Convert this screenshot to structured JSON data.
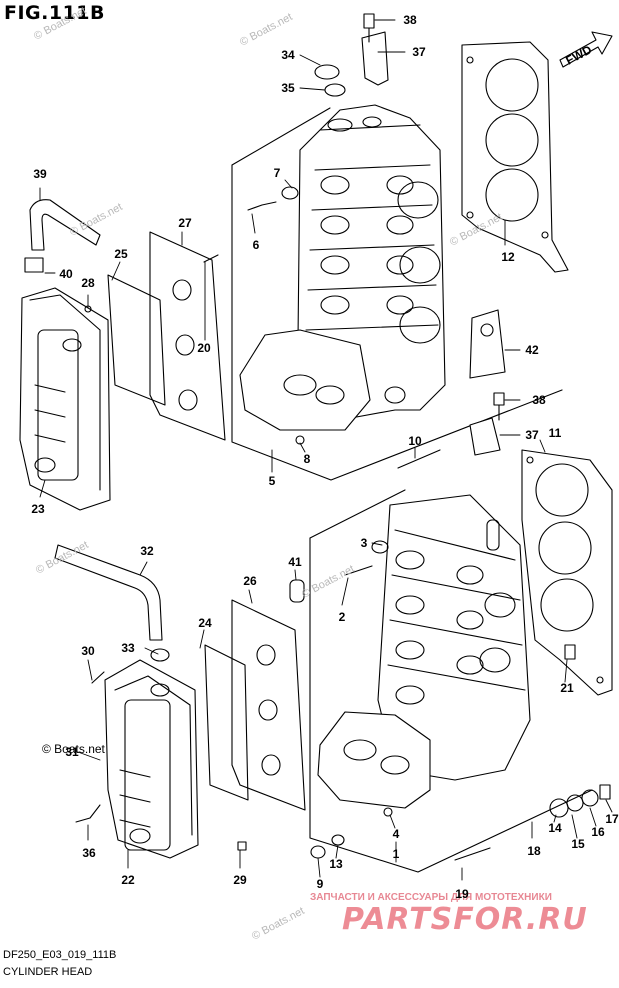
{
  "figure": {
    "title": "FIG.111B",
    "code": "DF250_E03_019_111B",
    "caption": "CYLINDER HEAD",
    "fwd_label": "FWD"
  },
  "watermarks": {
    "site": "© Boats.net",
    "site_short": "Boats.net",
    "site_brand_text": "© Boats.net",
    "parts_tagline": "ЗАПЧАСТИ И АКСЕССУАРЫ ДЛЯ МОТОТЕХНИКИ",
    "parts_logo": "PARTSFOR.RU"
  },
  "callouts": [
    "1",
    "2",
    "3",
    "4",
    "5",
    "6",
    "7",
    "8",
    "9",
    "10",
    "11",
    "12",
    "13",
    "14",
    "15",
    "16",
    "17",
    "18",
    "19",
    "20",
    "21",
    "22",
    "23",
    "24",
    "25",
    "26",
    "27",
    "28",
    "29",
    "30",
    "31",
    "32",
    "33",
    "34",
    "35",
    "36",
    "37",
    "37",
    "38",
    "38",
    "39",
    "40",
    "41",
    "42"
  ],
  "icons": {
    "fwd_arrow": "fwd-arrow-icon"
  }
}
